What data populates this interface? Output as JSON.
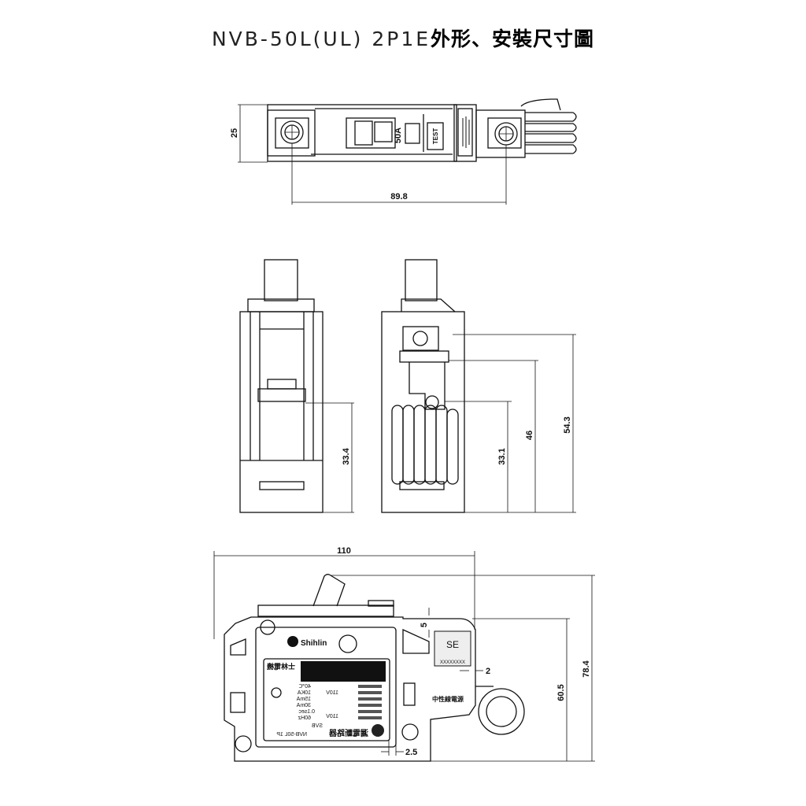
{
  "title": {
    "model": "NVB-50L(UL) 2P1E",
    "description": "外形、安裝尺寸圖"
  },
  "top_view": {
    "rating": "50A",
    "test_button": "TEST",
    "dimensions": {
      "height": "25",
      "terminal_pitch": "89.8"
    }
  },
  "side_views": {
    "dimensions": {
      "left_height": "33.4",
      "right_a": "33.1",
      "right_b": "46",
      "right_c": "54.3"
    }
  },
  "front_view": {
    "brand": "Shihlin",
    "brand_cn": "士林電機",
    "se_label": "SE",
    "serial": "XXXXXXXX",
    "neutral_label": "中性線電源",
    "nameplate": {
      "model": "NVB-50L 1P",
      "type": "SVB",
      "frequency": "60Hz",
      "trip_time": "0.1sec",
      "sensitivity": "30mA",
      "rated_current": "15mA",
      "breaking": "10KA",
      "temperature": "40℃",
      "voltage_1": "110V",
      "voltage_2": "110V",
      "product": "漏電斷路器"
    },
    "dimensions": {
      "width": "110",
      "height": "78.4",
      "depth": "60.5",
      "offset_top": "5",
      "offset_right": "2",
      "offset_bottom": "2.5"
    }
  }
}
